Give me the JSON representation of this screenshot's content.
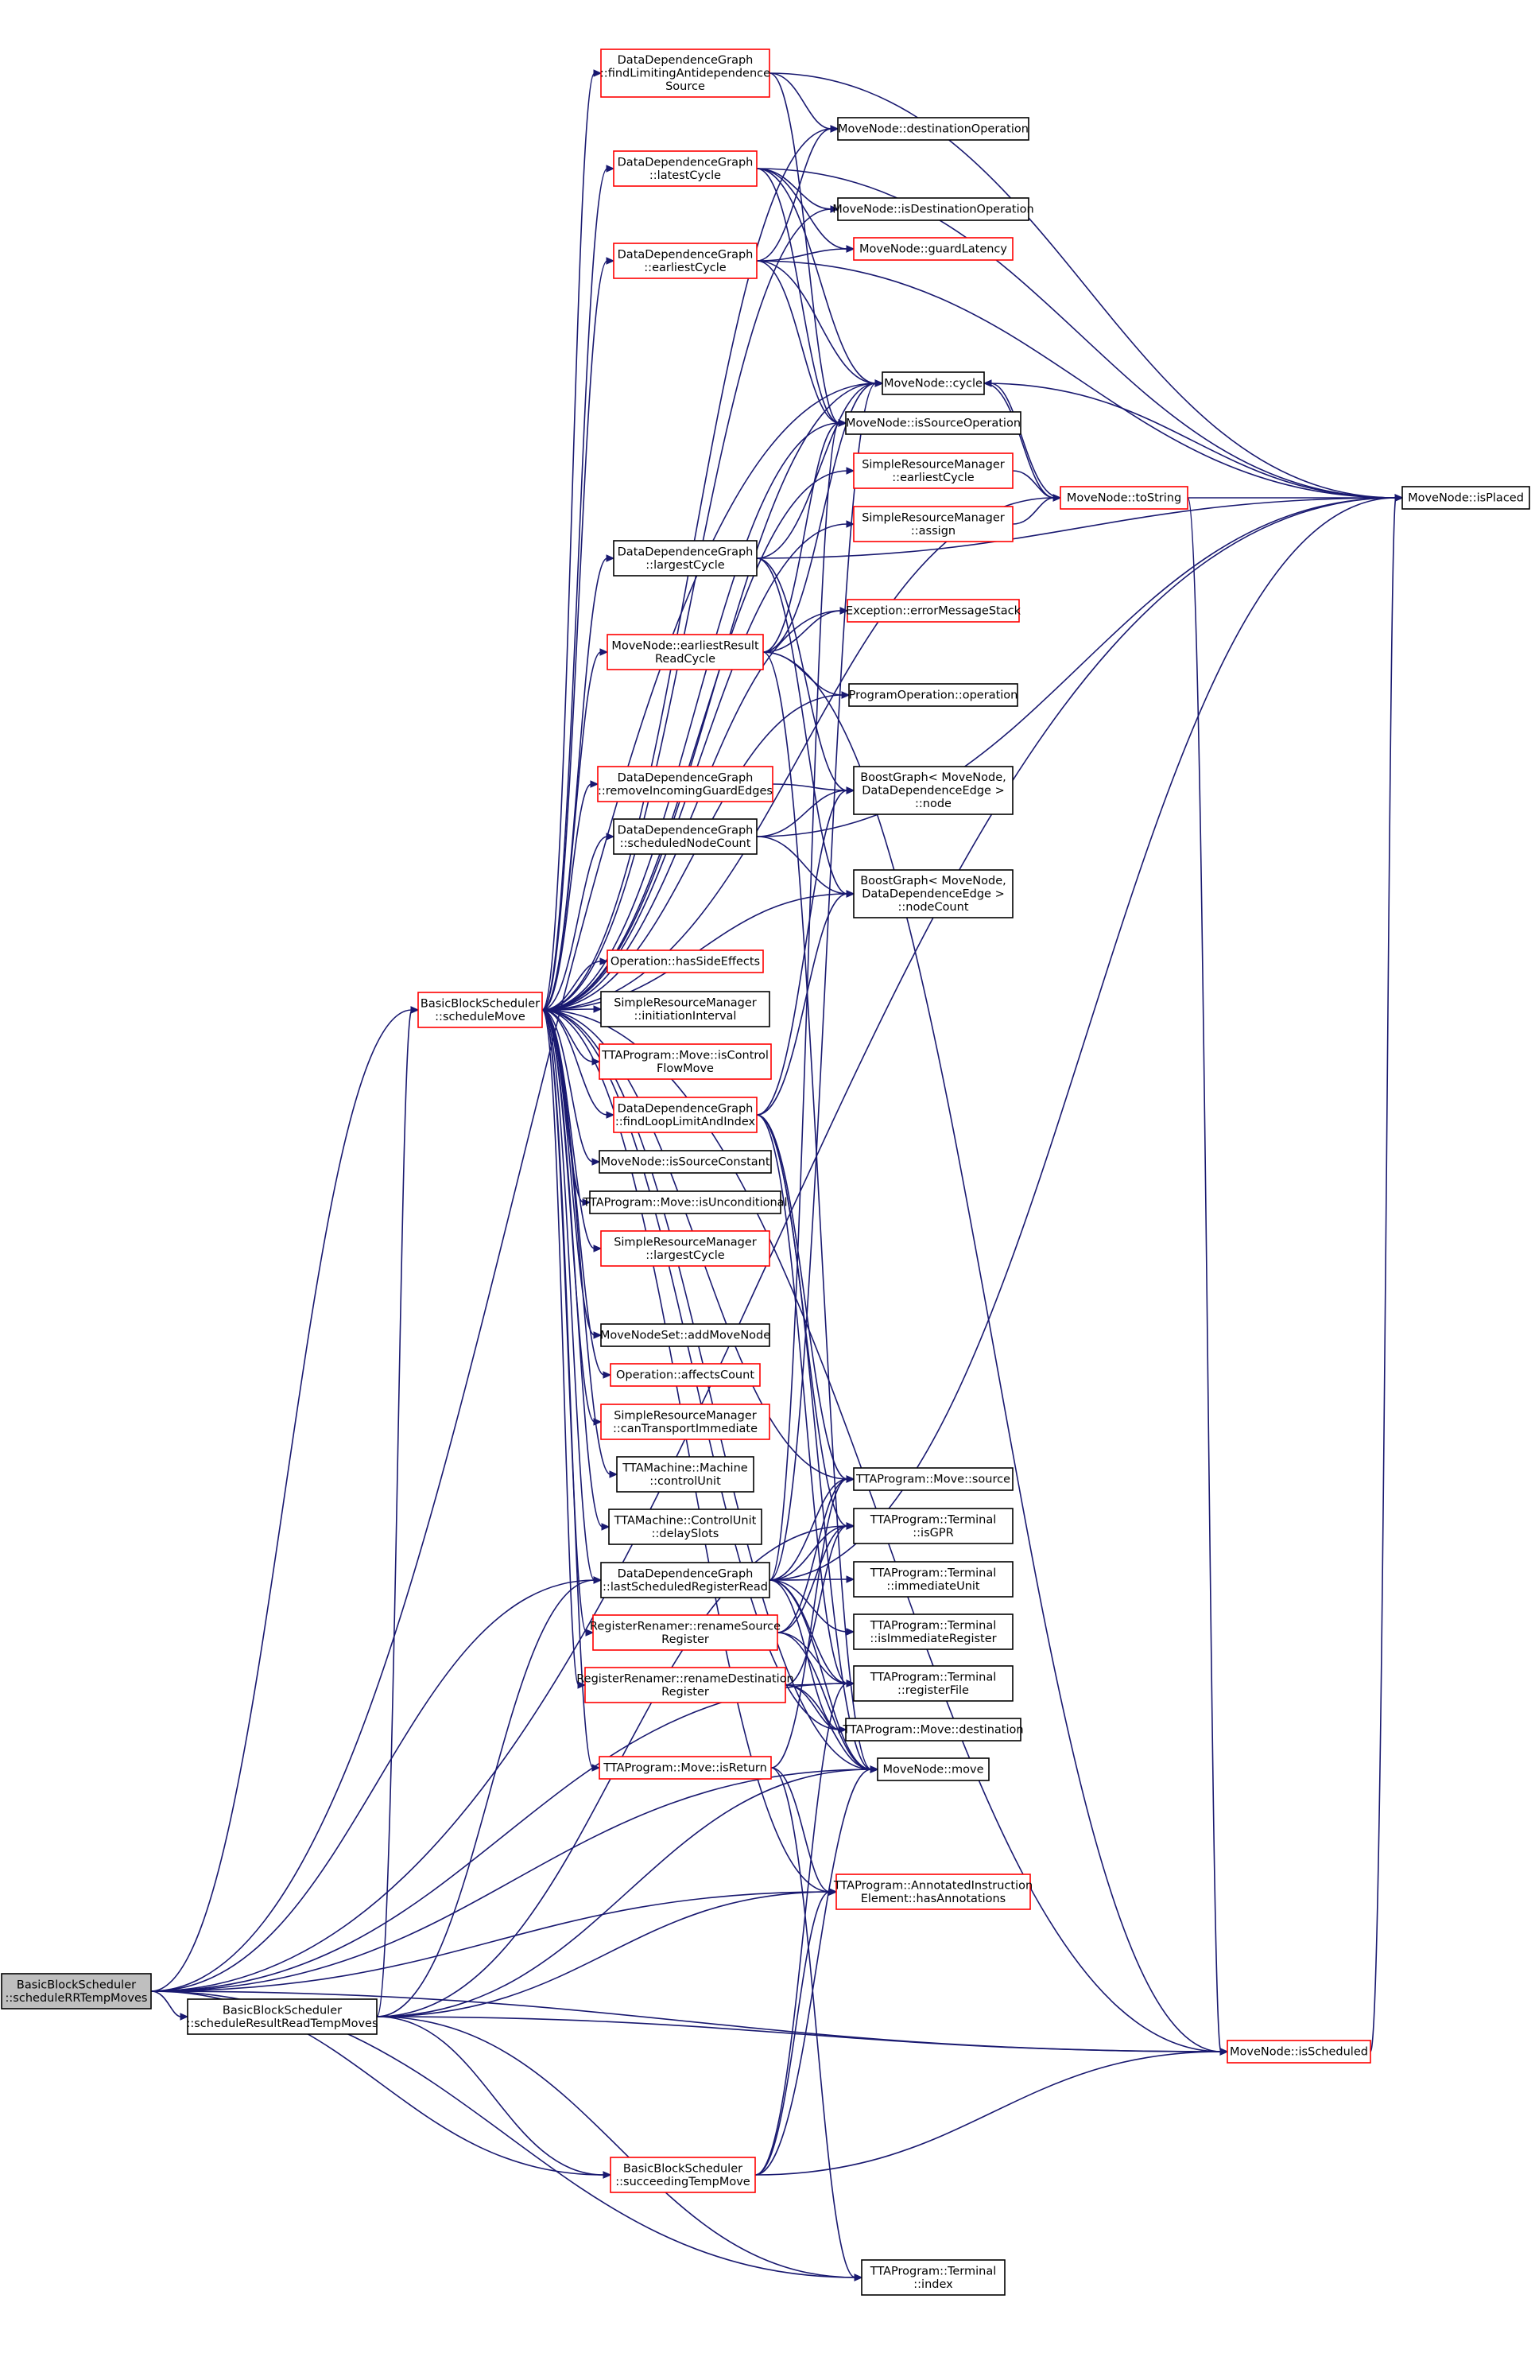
{
  "graph": {
    "title": "",
    "edge_color": "#191970",
    "node_border_colors": {
      "has_more": "#ff0000",
      "complete": "#000000",
      "root_fill": "#bfbfbf"
    },
    "nodes": [
      {
        "id": "root",
        "lines": [
          "BasicBlockScheduler",
          "::scheduleRRTempMoves"
        ],
        "style": "root"
      },
      {
        "id": "srtm",
        "lines": [
          "BasicBlockScheduler",
          "::scheduleResultReadTempMoves"
        ],
        "style": "black"
      },
      {
        "id": "sm",
        "lines": [
          "BasicBlockScheduler",
          "::scheduleMove"
        ],
        "style": "red"
      },
      {
        "id": "stm",
        "lines": [
          "BasicBlockScheduler",
          "::succeedingTempMove"
        ],
        "style": "red"
      },
      {
        "id": "flas",
        "lines": [
          "DataDependenceGraph",
          "::findLimitingAntidependence",
          "Source"
        ],
        "style": "red"
      },
      {
        "id": "lc",
        "lines": [
          "DataDependenceGraph",
          "::latestCycle"
        ],
        "style": "red"
      },
      {
        "id": "ec",
        "lines": [
          "DataDependenceGraph",
          "::earliestCycle"
        ],
        "style": "red"
      },
      {
        "id": "lgc",
        "lines": [
          "DataDependenceGraph",
          "::largestCycle"
        ],
        "style": "black"
      },
      {
        "id": "merr",
        "lines": [
          "MoveNode::earliestResult",
          "ReadCycle"
        ],
        "style": "red"
      },
      {
        "id": "rige",
        "lines": [
          "DataDependenceGraph",
          "::removeIncomingGuardEdges"
        ],
        "style": "red"
      },
      {
        "id": "snc",
        "lines": [
          "DataDependenceGraph",
          "::scheduledNodeCount"
        ],
        "style": "black"
      },
      {
        "id": "hse",
        "lines": [
          "Operation::hasSideEffects"
        ],
        "style": "red"
      },
      {
        "id": "srmii",
        "lines": [
          "SimpleResourceManager",
          "::initiationInterval"
        ],
        "style": "black"
      },
      {
        "id": "icfm",
        "lines": [
          "TTAProgram::Move::isControl",
          "FlowMove"
        ],
        "style": "red"
      },
      {
        "id": "fllai",
        "lines": [
          "DataDependenceGraph",
          "::findLoopLimitAndIndex"
        ],
        "style": "red"
      },
      {
        "id": "misc",
        "lines": [
          "MoveNode::isSourceConstant"
        ],
        "style": "black"
      },
      {
        "id": "iu",
        "lines": [
          "TTAProgram::Move::isUnconditional"
        ],
        "style": "black"
      },
      {
        "id": "srmlc",
        "lines": [
          "SimpleResourceManager",
          "::largestCycle"
        ],
        "style": "red"
      },
      {
        "id": "amn",
        "lines": [
          "MoveNodeSet::addMoveNode"
        ],
        "style": "black"
      },
      {
        "id": "ac",
        "lines": [
          "Operation::affectsCount"
        ],
        "style": "red"
      },
      {
        "id": "ctim",
        "lines": [
          "SimpleResourceManager",
          "::canTransportImmediate"
        ],
        "style": "red"
      },
      {
        "id": "mcu",
        "lines": [
          "TTAMachine::Machine",
          "::controlUnit"
        ],
        "style": "black"
      },
      {
        "id": "cuds",
        "lines": [
          "TTAMachine::ControlUnit",
          "::delaySlots"
        ],
        "style": "black"
      },
      {
        "id": "lsrr",
        "lines": [
          "DataDependenceGraph",
          "::lastScheduledRegisterRead"
        ],
        "style": "black"
      },
      {
        "id": "rrsr",
        "lines": [
          "RegisterRenamer::renameSource",
          "Register"
        ],
        "style": "red"
      },
      {
        "id": "rrdr",
        "lines": [
          "RegisterRenamer::renameDestination",
          "Register"
        ],
        "style": "red"
      },
      {
        "id": "ir",
        "lines": [
          "TTAProgram::Move::isReturn"
        ],
        "style": "red"
      },
      {
        "id": "do",
        "lines": [
          "MoveNode::destinationOperation"
        ],
        "style": "black"
      },
      {
        "id": "ido",
        "lines": [
          "MoveNode::isDestinationOperation"
        ],
        "style": "black"
      },
      {
        "id": "gl",
        "lines": [
          "MoveNode::guardLatency"
        ],
        "style": "red"
      },
      {
        "id": "cyc",
        "lines": [
          "MoveNode::cycle"
        ],
        "style": "black"
      },
      {
        "id": "iso",
        "lines": [
          "MoveNode::isSourceOperation"
        ],
        "style": "black"
      },
      {
        "id": "srmec",
        "lines": [
          "SimpleResourceManager",
          "::earliestCycle"
        ],
        "style": "red"
      },
      {
        "id": "srma",
        "lines": [
          "SimpleResourceManager",
          "::assign"
        ],
        "style": "red"
      },
      {
        "id": "ems",
        "lines": [
          "Exception::errorMessageStack"
        ],
        "style": "red"
      },
      {
        "id": "po",
        "lines": [
          "ProgramOperation::operation"
        ],
        "style": "black"
      },
      {
        "id": "bgn",
        "lines": [
          "BoostGraph< MoveNode,",
          "DataDependenceEdge >",
          "::node"
        ],
        "style": "black"
      },
      {
        "id": "bgnc",
        "lines": [
          "BoostGraph< MoveNode,",
          "DataDependenceEdge >",
          "::nodeCount"
        ],
        "style": "black"
      },
      {
        "id": "ms",
        "lines": [
          "TTAProgram::Move::source"
        ],
        "style": "black"
      },
      {
        "id": "tig",
        "lines": [
          "TTAProgram::Terminal",
          "::isGPR"
        ],
        "style": "black"
      },
      {
        "id": "tiu",
        "lines": [
          "TTAProgram::Terminal",
          "::immediateUnit"
        ],
        "style": "black"
      },
      {
        "id": "tiir",
        "lines": [
          "TTAProgram::Terminal",
          "::isImmediateRegister"
        ],
        "style": "black"
      },
      {
        "id": "trf",
        "lines": [
          "TTAProgram::Terminal",
          "::registerFile"
        ],
        "style": "black"
      },
      {
        "id": "md",
        "lines": [
          "TTAProgram::Move::destination"
        ],
        "style": "black"
      },
      {
        "id": "mm",
        "lines": [
          "MoveNode::move"
        ],
        "style": "black"
      },
      {
        "id": "ha",
        "lines": [
          "TTAProgram::AnnotatedInstruction",
          "Element::hasAnnotations"
        ],
        "style": "red"
      },
      {
        "id": "isch",
        "lines": [
          "MoveNode::isScheduled"
        ],
        "style": "red"
      },
      {
        "id": "tidx",
        "lines": [
          "TTAProgram::Terminal",
          "::index"
        ],
        "style": "black"
      },
      {
        "id": "ts",
        "lines": [
          "MoveNode::toString"
        ],
        "style": "red"
      },
      {
        "id": "ip",
        "lines": [
          "MoveNode::isPlaced"
        ],
        "style": "black"
      }
    ],
    "edges": [
      [
        "root",
        "srtm"
      ],
      [
        "root",
        "sm"
      ],
      [
        "root",
        "stm"
      ],
      [
        "root",
        "lsrr"
      ],
      [
        "root",
        "cyc"
      ],
      [
        "root",
        "mm"
      ],
      [
        "root",
        "isch"
      ],
      [
        "root",
        "tidx"
      ],
      [
        "root",
        "ip"
      ],
      [
        "root",
        "trf"
      ],
      [
        "root",
        "ha"
      ],
      [
        "srtm",
        "sm"
      ],
      [
        "srtm",
        "lsrr"
      ],
      [
        "srtm",
        "mm"
      ],
      [
        "srtm",
        "isch"
      ],
      [
        "srtm",
        "tidx"
      ],
      [
        "srtm",
        "stm"
      ],
      [
        "srtm",
        "tig"
      ],
      [
        "srtm",
        "ha"
      ],
      [
        "stm",
        "mm"
      ],
      [
        "stm",
        "isch"
      ],
      [
        "stm",
        "ha"
      ],
      [
        "stm",
        "trf"
      ],
      [
        "sm",
        "flas"
      ],
      [
        "sm",
        "lc"
      ],
      [
        "sm",
        "ec"
      ],
      [
        "sm",
        "lgc"
      ],
      [
        "sm",
        "merr"
      ],
      [
        "sm",
        "rige"
      ],
      [
        "sm",
        "snc"
      ],
      [
        "sm",
        "hse"
      ],
      [
        "sm",
        "srmii"
      ],
      [
        "sm",
        "icfm"
      ],
      [
        "sm",
        "fllai"
      ],
      [
        "sm",
        "misc"
      ],
      [
        "sm",
        "iu"
      ],
      [
        "sm",
        "srmlc"
      ],
      [
        "sm",
        "amn"
      ],
      [
        "sm",
        "ac"
      ],
      [
        "sm",
        "ctim"
      ],
      [
        "sm",
        "mcu"
      ],
      [
        "sm",
        "cuds"
      ],
      [
        "sm",
        "lsrr"
      ],
      [
        "sm",
        "rrsr"
      ],
      [
        "sm",
        "rrdr"
      ],
      [
        "sm",
        "ir"
      ],
      [
        "sm",
        "do"
      ],
      [
        "sm",
        "ido"
      ],
      [
        "sm",
        "cyc"
      ],
      [
        "sm",
        "iso"
      ],
      [
        "sm",
        "srmec"
      ],
      [
        "sm",
        "srma"
      ],
      [
        "sm",
        "ems"
      ],
      [
        "sm",
        "po"
      ],
      [
        "sm",
        "bgnc"
      ],
      [
        "sm",
        "ms"
      ],
      [
        "sm",
        "md"
      ],
      [
        "sm",
        "mm"
      ],
      [
        "sm",
        "ha"
      ],
      [
        "sm",
        "isch"
      ],
      [
        "sm",
        "ts"
      ],
      [
        "flas",
        "do"
      ],
      [
        "flas",
        "iso"
      ],
      [
        "flas",
        "ip"
      ],
      [
        "lc",
        "ido"
      ],
      [
        "lc",
        "gl"
      ],
      [
        "lc",
        "cyc"
      ],
      [
        "lc",
        "iso"
      ],
      [
        "lc",
        "ip"
      ],
      [
        "ec",
        "do"
      ],
      [
        "ec",
        "gl"
      ],
      [
        "ec",
        "cyc"
      ],
      [
        "ec",
        "iso"
      ],
      [
        "ec",
        "ip"
      ],
      [
        "lgc",
        "cyc"
      ],
      [
        "lgc",
        "ip"
      ],
      [
        "lgc",
        "bgn"
      ],
      [
        "lgc",
        "bgnc"
      ],
      [
        "merr",
        "cyc"
      ],
      [
        "merr",
        "iso"
      ],
      [
        "merr",
        "ems"
      ],
      [
        "merr",
        "po"
      ],
      [
        "merr",
        "isch"
      ],
      [
        "merr",
        "mm"
      ],
      [
        "rige",
        "bgn"
      ],
      [
        "snc",
        "bgn"
      ],
      [
        "snc",
        "bgnc"
      ],
      [
        "snc",
        "ip"
      ],
      [
        "fllai",
        "bgn"
      ],
      [
        "fllai",
        "bgnc"
      ],
      [
        "fllai",
        "ms"
      ],
      [
        "fllai",
        "tig"
      ],
      [
        "fllai",
        "mm"
      ],
      [
        "fllai",
        "trf"
      ],
      [
        "lsrr",
        "ms"
      ],
      [
        "lsrr",
        "tig"
      ],
      [
        "lsrr",
        "tiu"
      ],
      [
        "lsrr",
        "tiir"
      ],
      [
        "lsrr",
        "trf"
      ],
      [
        "lsrr",
        "md"
      ],
      [
        "lsrr",
        "mm"
      ],
      [
        "lsrr",
        "cyc"
      ],
      [
        "lsrr",
        "iso"
      ],
      [
        "lsrr",
        "ip"
      ],
      [
        "rrsr",
        "ms"
      ],
      [
        "rrsr",
        "tig"
      ],
      [
        "rrsr",
        "trf"
      ],
      [
        "rrsr",
        "mm"
      ],
      [
        "rrdr",
        "md"
      ],
      [
        "rrdr",
        "tig"
      ],
      [
        "rrdr",
        "trf"
      ],
      [
        "rrdr",
        "mm"
      ],
      [
        "ir",
        "ha"
      ],
      [
        "ir",
        "tidx"
      ],
      [
        "ir",
        "ms"
      ],
      [
        "cyc",
        "ip"
      ],
      [
        "cyc",
        "ts"
      ],
      [
        "srmec",
        "ts"
      ],
      [
        "srma",
        "ts"
      ],
      [
        "ts",
        "ip"
      ],
      [
        "ts",
        "cyc"
      ],
      [
        "ts",
        "isch"
      ],
      [
        "isch",
        "ip"
      ]
    ]
  }
}
